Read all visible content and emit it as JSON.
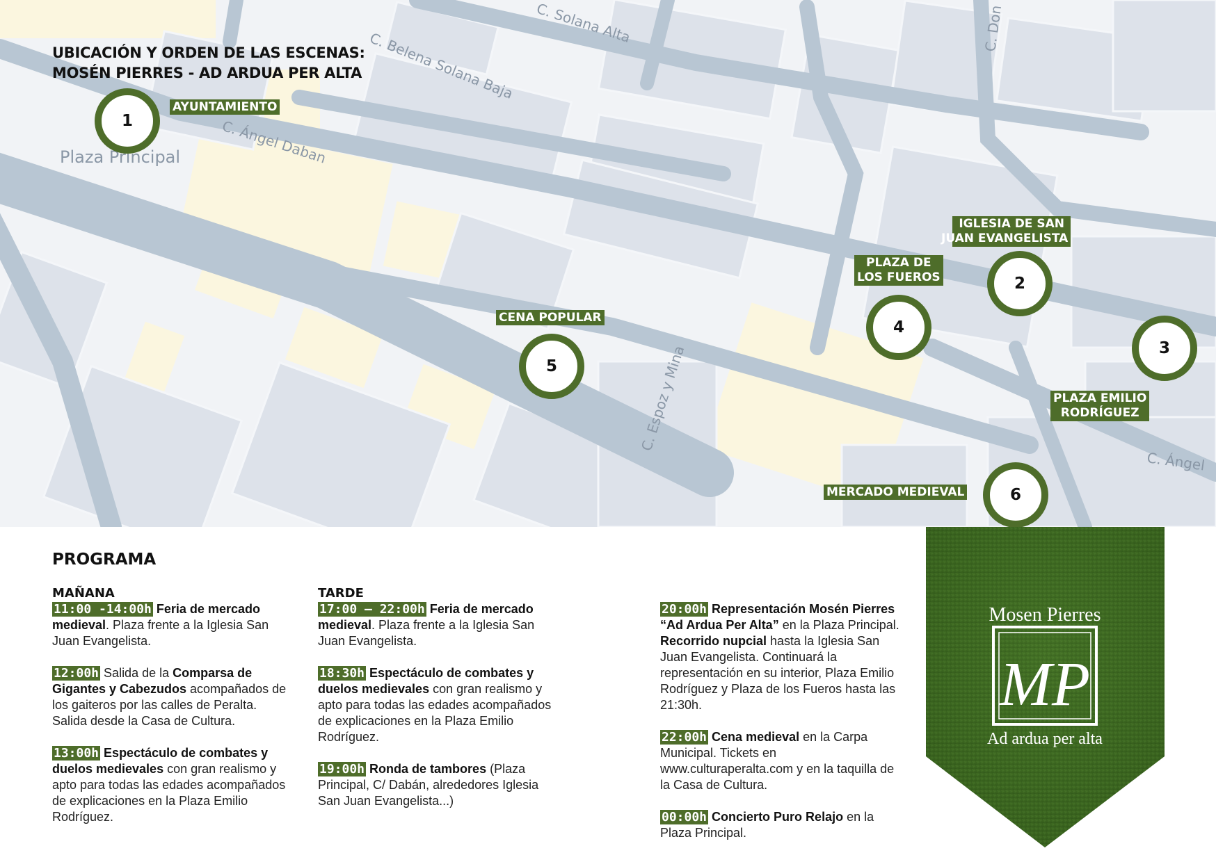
{
  "header": {
    "line1": "UBICACIÓN Y ORDEN DE LAS ESCENAS:",
    "line2": "MOSÉN PIERRES - AD ARDUA PER ALTA"
  },
  "map": {
    "streets": {
      "solana_alta": "C. Solana Alta",
      "belena_solana_baja": "C. Belena Solana Baja",
      "angel_daban_1": "C. Ángel Daban",
      "angel_daban_2": "C. Ángel",
      "espoz_y_mina": "C. Espoz y Mina",
      "don": "C. Don",
      "plaza_principal": "Plaza Principal"
    },
    "locations": [
      {
        "number": "1",
        "label": "AYUNTAMIENTO"
      },
      {
        "number": "2",
        "label_line1": "IGLESIA DE SAN",
        "label_line2": "JUAN EVANGELISTA"
      },
      {
        "number": "3",
        "label_line1": "PLAZA EMILIO",
        "label_line2": "RODRÍGUEZ"
      },
      {
        "number": "4",
        "label_line1": "PLAZA DE",
        "label_line2": "LOS FUEROS"
      },
      {
        "number": "5",
        "label": "CENA POPULAR"
      },
      {
        "number": "6",
        "label": "MERCADO MEDIEVAL"
      }
    ],
    "colors": {
      "accent": "#4e6d2a",
      "road": "#b8c6d3",
      "block": "#dde2ea",
      "yellow_block": "#fbf6df"
    }
  },
  "program": {
    "title": "PROGRAMA",
    "morning": {
      "heading": "MAÑANA",
      "items": [
        {
          "time": "11:00 -14:00h",
          "bold": "Feria de mercado medieval",
          "text": ". Plaza frente a la Iglesia San Juan Evangelista."
        },
        {
          "time": "12:00h",
          "pre": "Salida de la ",
          "bold": "Comparsa de Gigantes y Cabezudos",
          "text": " acompañados de los gaiteros por las calles de Peralta. Salida desde la Casa de Cultura."
        },
        {
          "time": "13:00h",
          "bold": "Espectáculo de combates y duelos medievales",
          "text": " con gran realismo y apto para todas las edades acompañados de explicaciones en la Plaza Emilio Rodríguez."
        }
      ]
    },
    "afternoon": {
      "heading": "TARDE",
      "items": [
        {
          "time": "17:00 – 22:00h",
          "bold": "Feria de mercado medieval",
          "text": ". Plaza frente a la Iglesia San Juan Evangelista."
        },
        {
          "time": "18:30h",
          "bold": "Espectáculo de combates y duelos medievales",
          "text": " con gran realismo y apto para todas las edades acompañados de explicaciones en la Plaza Emilio Rodríguez."
        },
        {
          "time": "19:00h",
          "bold": "Ronda de tambores",
          "text": " (Plaza Principal, C/ Dabán, alrededores Iglesia San Juan Evangelista...)"
        }
      ]
    },
    "evening": {
      "items": [
        {
          "time": "20:00h",
          "bold": "Representación Mosén Pierres “Ad Ardua Per Alta”",
          "text": " en la Plaza Principal.",
          "bold2": "Recorrido nupcial",
          "text2": " hasta la Iglesia San Juan Evangelista. Continuará la representación en su interior, Plaza Emilio Rodríguez y Plaza de los Fueros hasta las 21:30h."
        },
        {
          "time": "22:00h",
          "bold": "Cena medieval",
          "text": " en la Carpa Municipal. Tickets en www.culturaperalta.com y en la taquilla de la Casa de Cultura."
        },
        {
          "time": "00:00h",
          "bold": "Concierto Puro Relajo",
          "text": " en la Plaza Principal."
        }
      ]
    }
  },
  "badge": {
    "title": "Mosen Pierres",
    "subtitle": "Ad ardua per alta",
    "monogram": "MP",
    "color": "#3f6b22"
  }
}
